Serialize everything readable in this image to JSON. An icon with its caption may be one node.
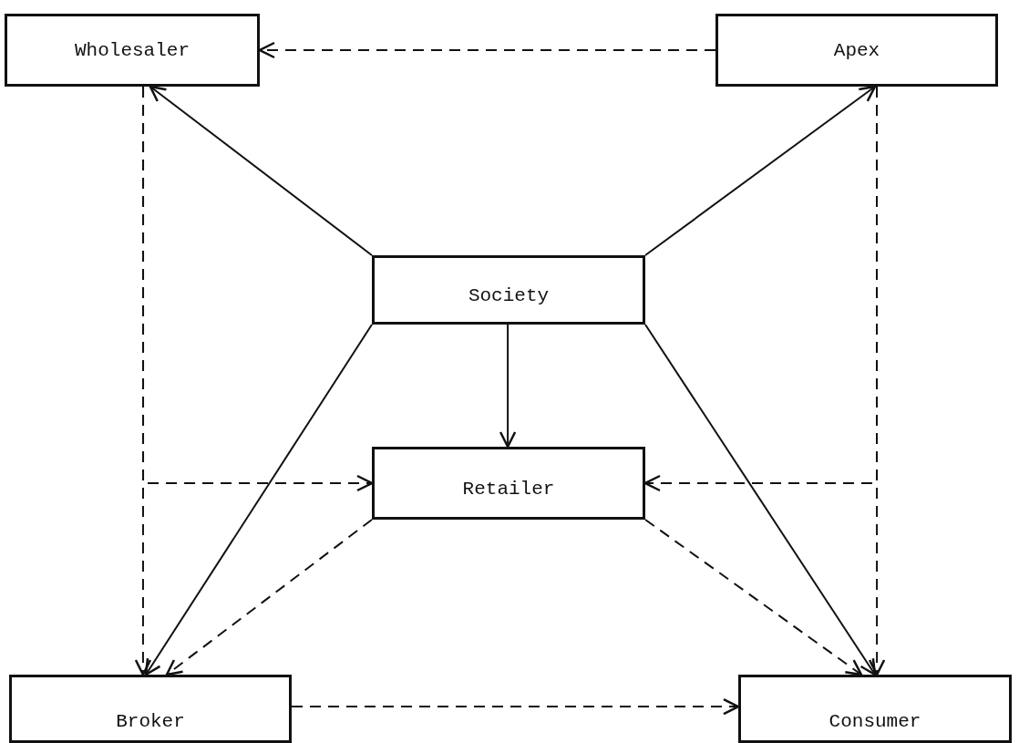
{
  "diagram": {
    "nodes": [
      {
        "text": [
          "Wholesaler"
        ]
      },
      {
        "text": [
          "Apex"
        ]
      },
      {
        "text": [
          "Society"
        ]
      },
      {
        "text": [
          "Retailer"
        ]
      },
      {
        "text": [
          "Broker"
        ]
      },
      {
        "text": [
          "Consumer"
        ]
      }
    ],
    "edges": [
      {
        "from": 1,
        "to": 0,
        "arrow": "to",
        "style": "dashed"
      },
      {
        "from": 2,
        "to": 0,
        "arrow": "to"
      },
      {
        "from": 2,
        "to": 1,
        "arrow": "to"
      },
      {
        "from": 2,
        "to": 3,
        "arrow": "to"
      },
      {
        "from": 2,
        "to": 4,
        "arrow": "to"
      },
      {
        "from": 2,
        "to": 5,
        "arrow": "to"
      },
      {
        "from": 0,
        "to": 4,
        "arrow": "to",
        "style": "dashed"
      },
      {
        "from": 1,
        "to": 5,
        "arrow": "to",
        "style": "dashed"
      },
      {
        "from": 0,
        "to": 3,
        "arrow": "to",
        "style": "dashed"
      },
      {
        "from": 1,
        "to": 3,
        "arrow": "to",
        "style": "dashed"
      },
      {
        "from": 3,
        "to": 4,
        "arrow": "to",
        "style": "dashed"
      },
      {
        "from": 3,
        "to": 5,
        "arrow": "to",
        "style": "dashed"
      },
      {
        "from": 4,
        "to": 5,
        "arrow": "to",
        "style": "dashed"
      }
    ]
  }
}
